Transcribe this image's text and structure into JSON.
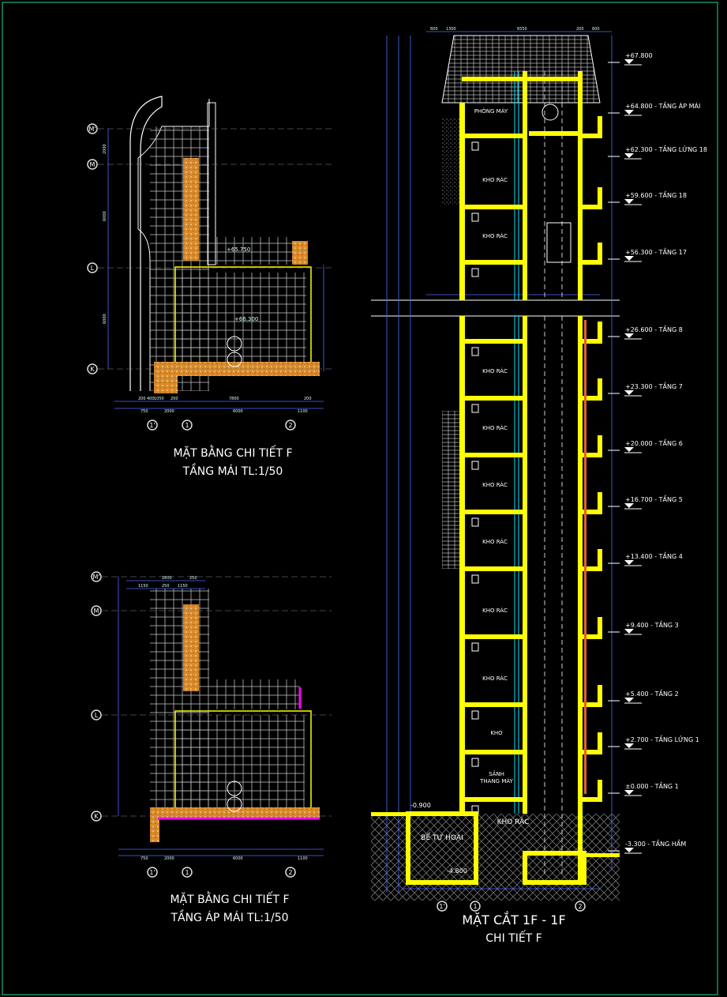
{
  "drawing": {
    "section_title": "MẶT CẮT 1F - 1F",
    "section_subtitle": "CHI TIẾT F",
    "plan_roof": {
      "title": "MẶT BẰNG CHI TIẾT F",
      "subtitle": "TẦNG MÁI  TL:1/50",
      "levels": [
        "+65.750",
        "+66.300"
      ],
      "dims_top": [
        "200",
        "400",
        "1050",
        "200",
        "7800",
        "200"
      ],
      "dims_bottom": [
        "750",
        "2000",
        "6000",
        "1100"
      ],
      "axes_vertical": [
        "M'",
        "M",
        "L",
        "K"
      ],
      "axes_horizontal": [
        "1'",
        "1",
        "2"
      ],
      "dims_side": [
        "2000",
        "6000",
        "6000"
      ]
    },
    "plan_attic": {
      "title": "MẶT BẰNG CHI TIẾT F",
      "subtitle": "TẦNG ÁP MÁI  TL:1/50",
      "dims_top": [
        "2800",
        "250",
        "1150",
        "250",
        "1150"
      ],
      "dims_bottom": [
        "750",
        "2000",
        "6000",
        "1100"
      ],
      "axes_vertical": [
        "M'",
        "M",
        "L",
        "K"
      ],
      "axes_horizontal": [
        "1'",
        "1",
        "2"
      ]
    },
    "section_axes": [
      "1'",
      "1",
      "2"
    ],
    "rooms": {
      "machine_room": "PHÒNG MÁY",
      "trash": "KHO RÁC",
      "storage": "KHO",
      "elevator_lobby_1": "SẢNH",
      "elevator_lobby_2": "THANG MÁY",
      "trash_basement": "KHO RÁC",
      "septic_tank": "BỂ TỰ HOẠI"
    },
    "section_spot_levels": [
      "-0.900",
      "-4.800"
    ],
    "levels": [
      "+67.800",
      "+64.800 - TẦNG ÁP MÁI",
      "+62.300 - TẦNG LỬNG 18",
      "+59.600 - TẦNG 18",
      "+56.300 - TẦNG 17",
      "+26.600 - TẦNG 8",
      "+23.300 - TẦNG 7",
      "+20.000 - TẦNG 6",
      "+16.700 - TẦNG 5",
      "+13.400 - TẦNG 4",
      "+9.400 - TẦNG 3",
      "+5.400 - TẦNG 2",
      "+2.700 - TẦNG LỬNG 1",
      "±0.000 - TẦNG 1",
      "-3.300 - TẦNG HẦM"
    ],
    "section_dims_top": [
      "600",
      "1300",
      "6550",
      "200",
      "600"
    ],
    "colors": {
      "wall": "#ffff00",
      "frame": "#22b07a",
      "dim": "#4a6cff",
      "hatch": "#e8a040",
      "pipe": "#00e5ff",
      "accent": "#ff00ff"
    }
  }
}
